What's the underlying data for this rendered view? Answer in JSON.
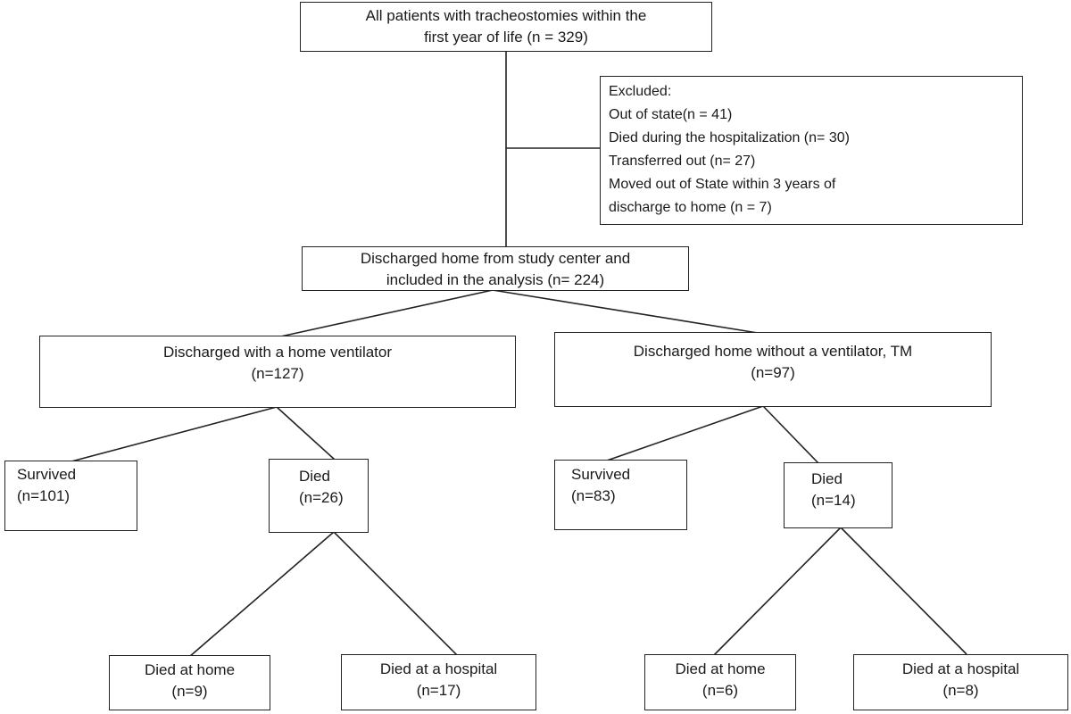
{
  "flowchart": {
    "root": {
      "line1": "All patients with tracheostomies within the",
      "line2": "first year of life  (n = 329)"
    },
    "excluded": {
      "title": "Excluded:",
      "items": [
        "Out of state(n  =  41)",
        "Died during the hospitalization  (n=  30)",
        "Transferred out (n=  27)",
        "Moved out of State within 3 years of",
        "discharge to home (n  = 7)"
      ]
    },
    "included": {
      "line1": "Discharged home from study center and",
      "line2": "included  in  the analysis  (n=  224)"
    },
    "ventilator": {
      "label": "Discharged with a  home ventilator",
      "count": "(n=127)",
      "survived": {
        "label": "Survived",
        "count": "(n=101)"
      },
      "died": {
        "label": "Died",
        "count": "(n=26)"
      },
      "died_home": {
        "label": "Died at home",
        "count": "(n=9)"
      },
      "died_hospital": {
        "label": "Died at a hospital",
        "count": "(n=17)"
      }
    },
    "no_ventilator": {
      "label": "Discharged home without  a  ventilator,  TM",
      "count": "(n=97)",
      "survived": {
        "label": "Survived",
        "count": "(n=83)"
      },
      "died": {
        "label": "Died",
        "count": "(n=14)"
      },
      "died_home": {
        "label": "Died at home",
        "count": "(n=6)"
      },
      "died_hospital": {
        "label": "Died at a hospital",
        "count": "(n=8)"
      }
    }
  }
}
